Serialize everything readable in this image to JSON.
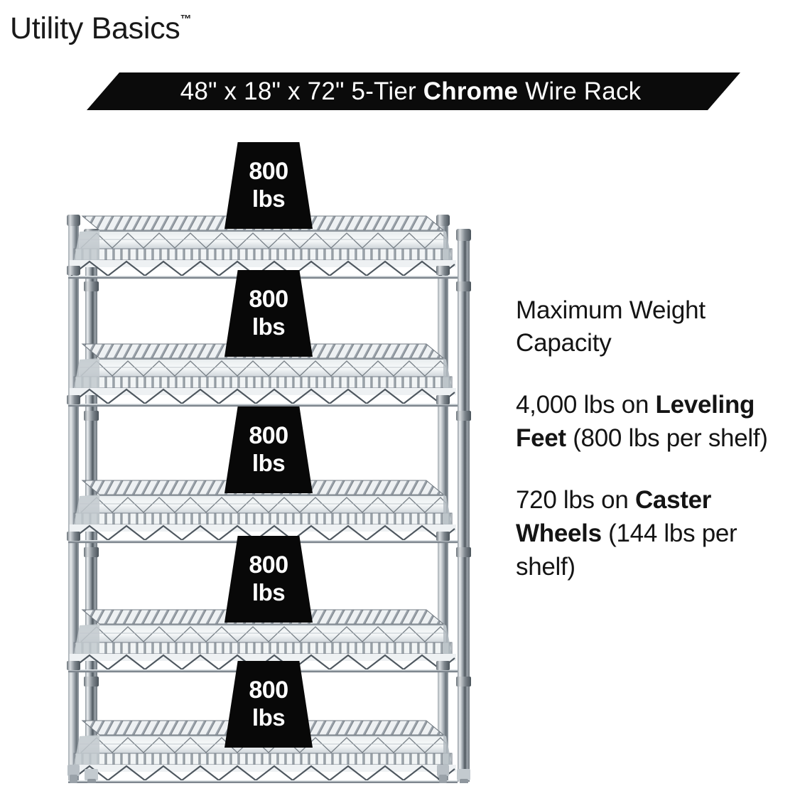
{
  "brand": {
    "name": "Utility Basics",
    "trademark": "™"
  },
  "banner": {
    "full_text": "48\" x 18\" x 72\" 5-Tier Chrome Wire Rack",
    "prefix": "48\" x 18\" x 72\" 5-Tier ",
    "emphasis": "Chrome",
    "suffix": " Wire Rack",
    "background_color": "#0b0b0b",
    "text_color": "#ffffff"
  },
  "product": {
    "type": "5-tier chrome wire shelving rack",
    "width_in": "48\"",
    "depth_in": "18\"",
    "height_in": "72\"",
    "tiers": 5,
    "finish": "Chrome",
    "base_hardware": "leveling feet"
  },
  "load_tags": [
    {
      "number": "800",
      "unit": "lbs"
    },
    {
      "number": "800",
      "unit": "lbs"
    },
    {
      "number": "800",
      "unit": "lbs"
    },
    {
      "number": "800",
      "unit": "lbs"
    },
    {
      "number": "800",
      "unit": "lbs"
    }
  ],
  "specs": {
    "heading": "Maximum Weight Capacity",
    "leveling": {
      "total": "4,000 lbs on ",
      "emphasis": "Leveling Feet",
      "detail": " (800 lbs per shelf)"
    },
    "caster": {
      "total": "720 lbs on ",
      "emphasis": "Caster Wheels",
      "detail": " (144 lbs per shelf)"
    }
  },
  "colors": {
    "ink": "#141414",
    "tag_fill": "#080808",
    "chrome_light": "#f2f4f6",
    "chrome_mid": "#b9c0c6",
    "chrome_dark": "#5d666e",
    "page_background": "#ffffff"
  }
}
